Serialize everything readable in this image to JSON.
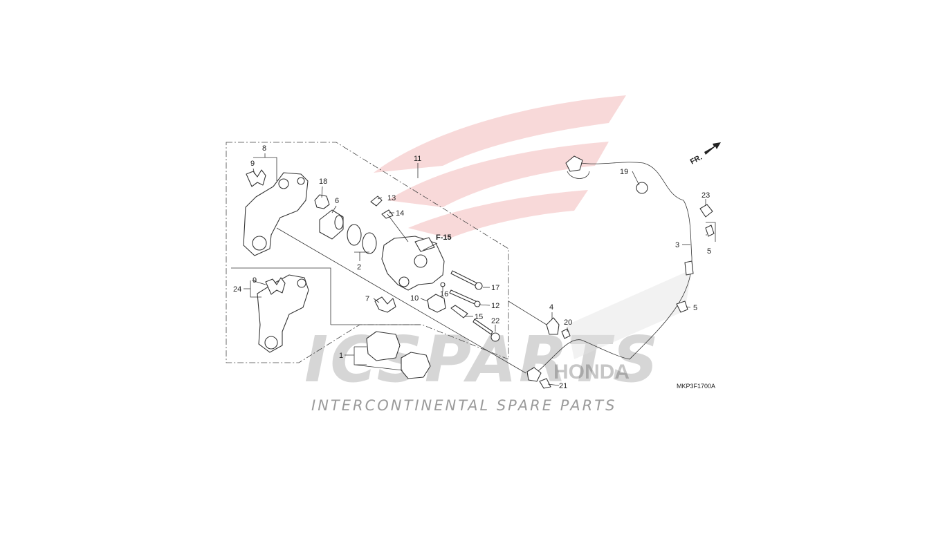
{
  "watermark": {
    "brand": "ICSPARTS",
    "tagline": "INTERCONTINENTAL SPARE PARTS",
    "maker_ghost": "HONDA",
    "color": "#e05050"
  },
  "diagram": {
    "code": "MKP3F1700A",
    "reference": "F-15",
    "direction": "FR.",
    "callouts": [
      "1",
      "2",
      "3",
      "4",
      "5",
      "5",
      "6",
      "7",
      "8",
      "9",
      "9",
      "10",
      "11",
      "12",
      "13",
      "14",
      "15",
      "16",
      "17",
      "18",
      "19",
      "20",
      "21",
      "22",
      "23",
      "24"
    ]
  },
  "colors": {
    "line": "#333333",
    "watermark": "#e05050"
  }
}
